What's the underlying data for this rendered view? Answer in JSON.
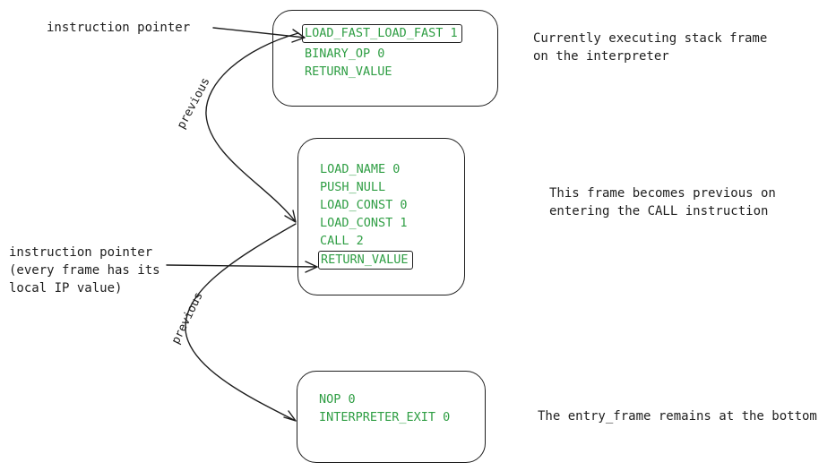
{
  "frames": [
    {
      "name": "current",
      "instructions": [
        "LOAD_FAST_LOAD_FAST 1",
        "BINARY_OP 0",
        "RETURN_VALUE"
      ]
    },
    {
      "name": "previous",
      "instructions": [
        "LOAD_NAME 0",
        "PUSH_NULL",
        "LOAD_CONST 0",
        "LOAD_CONST 1",
        "CALL 2",
        "RETURN_VALUE"
      ]
    },
    {
      "name": "entry",
      "instructions": [
        "NOP 0",
        "INTERPRETER_EXIT 0"
      ]
    }
  ],
  "labels": {
    "ip_top": "instruction pointer",
    "ip_mid_lines": [
      "instruction pointer",
      "(every frame has its",
      "local IP value)"
    ],
    "previous_upper": "previous",
    "previous_lower": "previous"
  },
  "notes": {
    "current_lines": [
      "Currently executing stack frame",
      "on the interpreter"
    ],
    "previous_lines": [
      "This frame becomes previous on",
      "entering the CALL instruction"
    ],
    "entry": "The entry_frame remains at the bottom"
  },
  "colors": {
    "instruction": "#2f9e44",
    "ink": "#1e1e1e"
  }
}
